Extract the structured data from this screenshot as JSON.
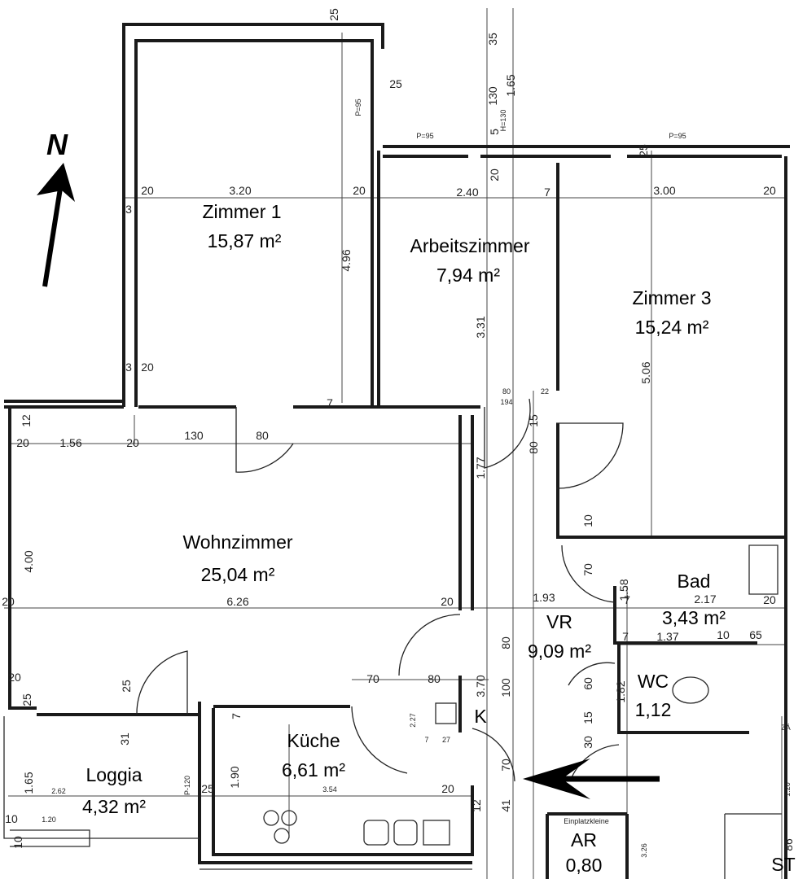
{
  "plan": {
    "north_label": "N",
    "rooms": [
      {
        "name": "Zimmer 1",
        "area": "15,87 m²"
      },
      {
        "name": "Arbeitszimmer",
        "area": "7,94 m²"
      },
      {
        "name": "Zimmer 3",
        "area": "15,24 m²"
      },
      {
        "name": "Wohnzimmer",
        "area": "25,04 m²"
      },
      {
        "name": "Bad",
        "area": "3,43 m²"
      },
      {
        "name": "VR",
        "area": "9,09 m²"
      },
      {
        "name": "WC",
        "area": "1,12"
      },
      {
        "name": "Küche",
        "area": "6,61 m²"
      },
      {
        "name": "Loggia",
        "area": "4,32 m²"
      },
      {
        "name": "AR",
        "area": "0,80"
      }
    ],
    "small_labels": [
      "P=95",
      "P=95",
      "P=95",
      "H=130",
      "P-120",
      "Einplatzkleine",
      "K",
      "ZÄ",
      "ST"
    ],
    "dims": [
      "25",
      "35",
      "130",
      "1.65",
      "25",
      "5",
      "20",
      "25",
      "20",
      "3.20",
      "20",
      "2.40",
      "7",
      "3.00",
      "20",
      "3",
      "4.96",
      "3.31",
      "5.06",
      "3",
      "20",
      "80",
      "194",
      "22",
      "7",
      "12",
      "20",
      "1.56",
      "20",
      "130",
      "80",
      "15",
      "80",
      "1.77",
      "10",
      "70",
      "1.58",
      "7",
      "4.00",
      "20",
      "6.26",
      "20",
      "1.93",
      "2.17",
      "20",
      "7",
      "1.37",
      "10",
      "65",
      "80",
      "3.70",
      "100",
      "60",
      "1.82",
      "20",
      "25",
      "25",
      "70",
      "80",
      "31",
      "7",
      "2.27",
      "7",
      "27",
      "15",
      "30",
      "1.65",
      "2.62",
      "25",
      "1.90",
      "3.54",
      "20",
      "70",
      "12",
      "41",
      "1.20",
      "10",
      "1.20",
      "10",
      "3.26",
      "86"
    ]
  }
}
